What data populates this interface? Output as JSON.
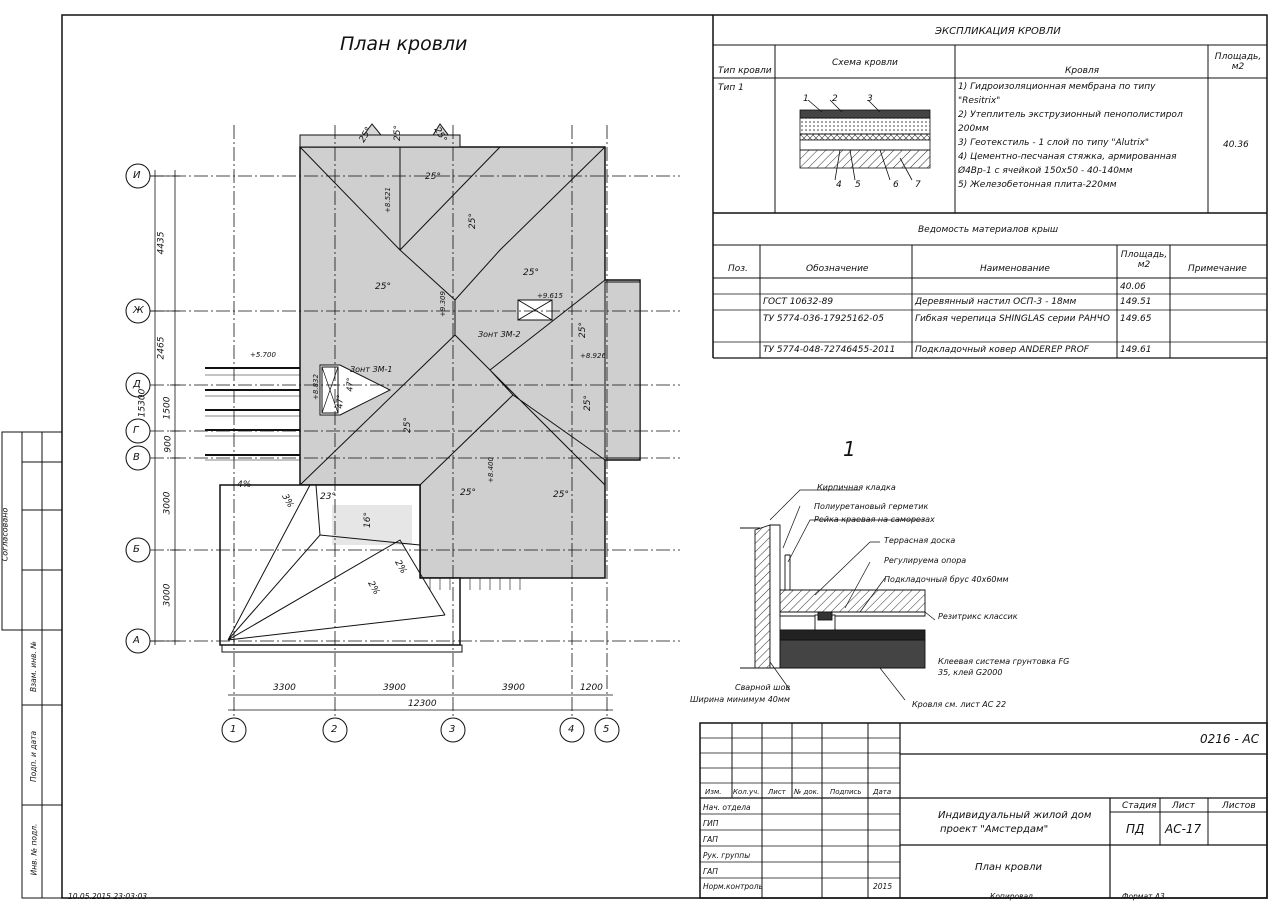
{
  "plan": {
    "title": "План кровли",
    "axes_letters": [
      "И",
      "Ж",
      "Д",
      "Г",
      "В",
      "Б",
      "А"
    ],
    "axes_numbers": [
      "1",
      "2",
      "3",
      "4",
      "5"
    ],
    "dims_vertical": [
      "4435",
      "2465",
      "15300",
      "1500",
      "900",
      "3000",
      "3000"
    ],
    "dims_horizontal": [
      "3300",
      "3900",
      "3900",
      "1200"
    ],
    "dim_total": "12300",
    "slopes": [
      "25°",
      "25°",
      "25°",
      "25°",
      "25°",
      "25°",
      "25°",
      "25°",
      "25°",
      "25°",
      "25°",
      "25°",
      "4%",
      "3%",
      "23°",
      "16°",
      "2%",
      "2%",
      "47°",
      "47°"
    ],
    "elevations": [
      "+8.521",
      "+9.309",
      "+9.615",
      "+8.926",
      "+8.832",
      "+8.400",
      "+5.700"
    ],
    "notes": [
      "Зонт ЗМ-1",
      "Зонт ЗМ-2"
    ]
  },
  "explication": {
    "title": "ЭКСПЛИКАЦИЯ КРОВЛИ",
    "headers": [
      "Тип кровли",
      "Схема кровли",
      "Кровля",
      "Площадь, м2"
    ],
    "row": {
      "type": "Тип 1",
      "layer_marks_top": [
        "1",
        "2",
        "3"
      ],
      "layer_marks_bottom": [
        "4",
        "5",
        "6",
        "7"
      ],
      "layers": [
        "1) Гидроизоляционная мембрана по типу",
        "\"Resitrix\"",
        "2) Утеплитель экструзионный пенополистирол",
        "200мм",
        "3) Геотекстиль - 1 слой по типу \"Alutrix\"",
        "4) Цементно-песчаная стяжка, армированная",
        "Ø4Вр-1 с ячейкой 150х50 - 40-140мм",
        "5) Железобетонная плита-220мм"
      ],
      "area": "40.36"
    }
  },
  "materials": {
    "title": "Ведомость материалов крыш",
    "headers": [
      "Поз.",
      "Обозначение",
      "Наименование",
      "Площадь, м2",
      "Примечание"
    ],
    "rows": [
      {
        "pos": "",
        "code": "",
        "name": "",
        "area": "40.06",
        "note": ""
      },
      {
        "pos": "",
        "code": "ГОСТ 10632-89",
        "name": "Деревянный настил ОСП-3 - 18мм",
        "area": "149.51",
        "note": ""
      },
      {
        "pos": "",
        "code": "ТУ 5774-036-17925162-05",
        "name": "Гибкая черепица SHINGLAS серии РАНЧО",
        "area": "149.65",
        "note": ""
      },
      {
        "pos": "",
        "code": "ТУ 5774-048-72746455-2011",
        "name": "Подкладочный ковер ANDEREP PROF",
        "area": "149.61",
        "note": ""
      }
    ]
  },
  "detail": {
    "number": "1",
    "labels": [
      "Кирпичная кладка",
      "Полиуретановый герметик",
      "Рейка краевая на саморезах",
      "Террасная доска",
      "Регулируема опора",
      "Подкладочный брус 40х60мм",
      "Резитрикс классик",
      "Клеевая система грунтовка FG",
      "35, клей G2000",
      "Сварной шов",
      "Ширина минимум 40мм",
      "Кровля см. лист АС 22"
    ]
  },
  "stamp": {
    "code": "0216 - АС",
    "col_headers": [
      "Изм.",
      "Кол.уч.",
      "Лист",
      "№ док.",
      "Подпись",
      "Дата"
    ],
    "roles": [
      "Нач. отдела",
      "ГИП",
      "ГАП",
      "Рук. группы",
      "ГАП",
      "Норм.контроль"
    ],
    "year": "2015",
    "project_line1": "Индивидуальный жилой дом",
    "project_line2": "проект \"Амстердам\"",
    "sheet_title": "План кровли",
    "stage_label": "Стадия",
    "sheet_label": "Лист",
    "sheets_label": "Листов",
    "stage": "ПД",
    "sheet": "АС-17"
  },
  "left_strip": {
    "agreed": "Согласовано",
    "rows": [
      "Взам. инв. №",
      "Подп. и дата",
      "Инв. № подл."
    ]
  },
  "footer": {
    "timestamp": "10.05.2015 23:03:03",
    "copied": "Копировал",
    "format": "Формат А3"
  }
}
